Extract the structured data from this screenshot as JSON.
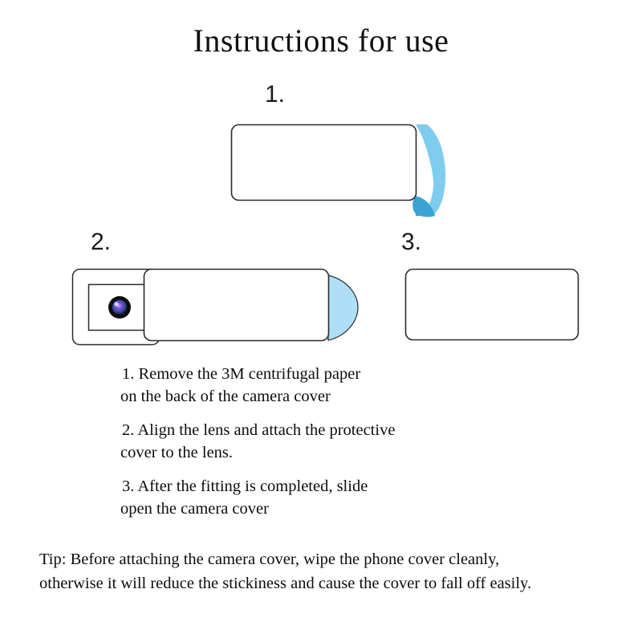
{
  "document": {
    "title": "Instructions for use"
  },
  "steps": [
    {
      "number": "1.",
      "figure": "peel-backing-paper"
    },
    {
      "number": "2.",
      "figure": "align-lens-attach-cover"
    },
    {
      "number": "3.",
      "figure": "slide-open-cover"
    }
  ],
  "instructions": [
    {
      "lines": [
        "1. Remove the 3M centrifugal paper",
        "on the back of the camera cover"
      ]
    },
    {
      "lines": [
        "2. Align the lens and attach the protective",
        "cover to the lens."
      ]
    },
    {
      "lines": [
        "3. After the fitting is completed, slide",
        "open the camera cover"
      ]
    }
  ],
  "tip": {
    "lines": [
      "Tip: Before attaching the camera cover, wipe the phone cover cleanly,",
      "otherwise it will reduce the stickiness and cause the cover to fall off easily."
    ]
  },
  "colors": {
    "background": "#ffffff",
    "outline": "#2b2b2b",
    "text": "#0d0d0d",
    "paper_light_blue": "#7FCDEE",
    "paper_dark_blue": "#3BA3D4",
    "lens_ring": "#111111",
    "lens_glow": "#7B4FD8"
  },
  "icons": {
    "camera_lens": "camera-lens-icon",
    "peeling_paper": "peeling-paper-icon"
  }
}
